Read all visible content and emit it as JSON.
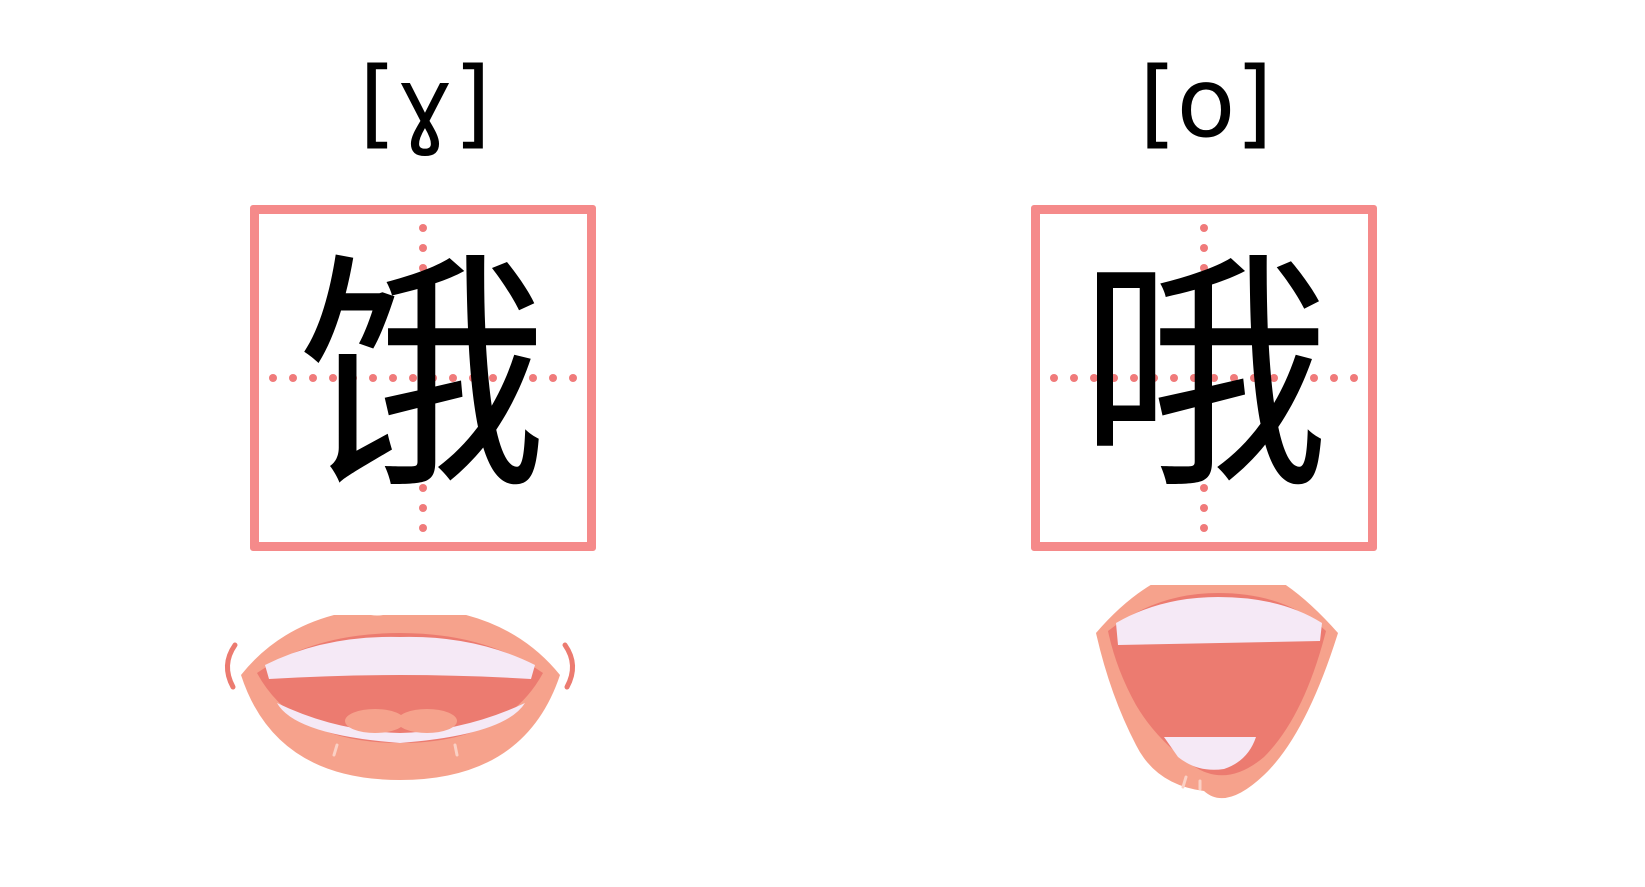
{
  "cards": [
    {
      "phonetic": "[ɣ]",
      "character": "饿",
      "mouth_icon": "mouth-wide-spread-icon"
    },
    {
      "phonetic": "[o]",
      "character": "哦",
      "mouth_icon": "mouth-rounded-open-icon"
    }
  ],
  "colors": {
    "grid_border": "#f58a8a",
    "grid_dots": "#f07a7a",
    "lip": "#f4a08a",
    "mouth_inside": "#ec7b70",
    "teeth": "#f5e9f6"
  }
}
